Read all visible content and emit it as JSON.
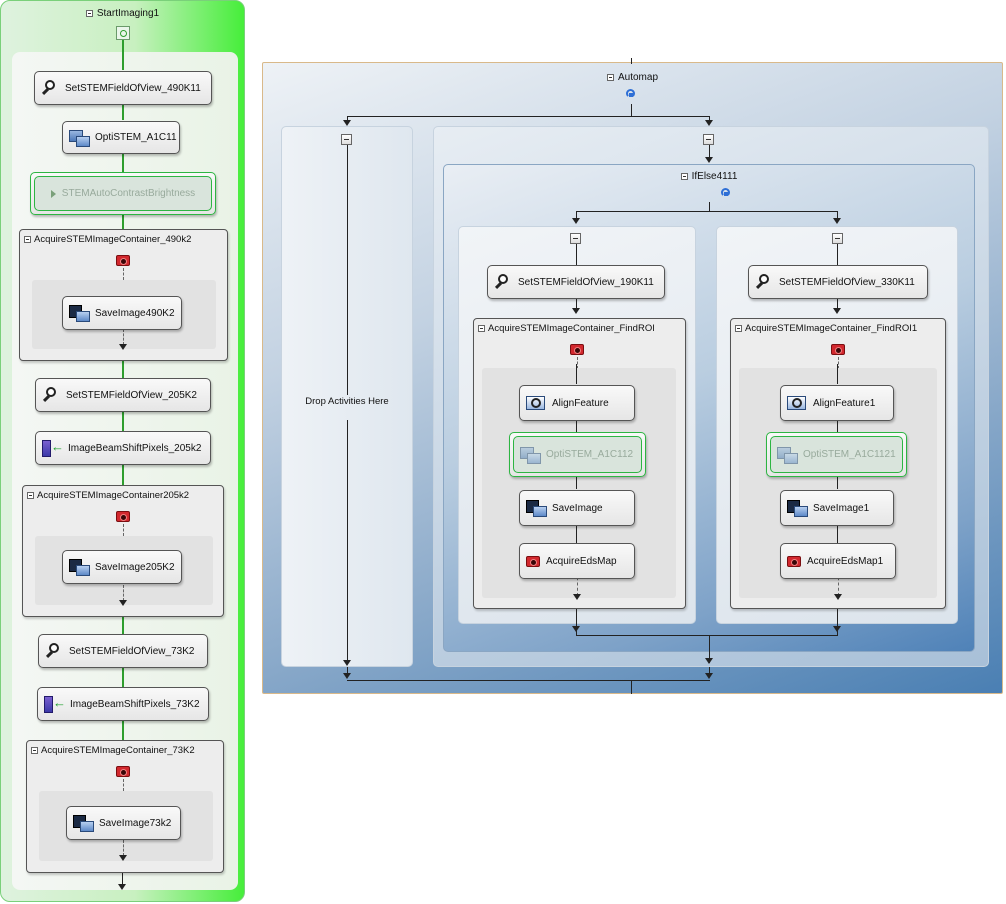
{
  "left_sequence": {
    "title": "StartImaging1",
    "activities": {
      "set_fov_490k11": "SetSTEMFieldOfView_490K11",
      "optistem_a1c11": "OptiSTEM_A1C11",
      "auto_contrast": "STEMAutoContrastBrightness",
      "acquire_490k2": "AcquireSTEMImageContainer_490k2",
      "save_490k2": "SaveImage490K2",
      "set_fov_205k2": "SetSTEMFieldOfView_205K2",
      "beamshift_205k2": "ImageBeamShiftPixels_205k2",
      "acquire_205k2": "AcquireSTEMImageContainer205k2",
      "save_205k2": "SaveImage205K2",
      "set_fov_73k2": "SetSTEMFieldOfView_73K2",
      "beamshift_73k2": "ImageBeamShiftPixels_73K2",
      "acquire_73k2": "AcquireSTEMImageContainer_73K2",
      "save_73k2": "SaveImage73k2"
    }
  },
  "automap": {
    "title": "Automap",
    "drop_placeholder": "Drop Activities Here",
    "ifelse_title": "IfElse4111",
    "left_branch": {
      "set_fov": "SetSTEMFieldOfView_190K11",
      "acquire": "AcquireSTEMImageContainer_FindROI",
      "align": "AlignFeature",
      "optistem": "OptiSTEM_A1C112",
      "save": "SaveImage",
      "eds": "AcquireEdsMap"
    },
    "right_branch": {
      "set_fov": "SetSTEMFieldOfView_330K11",
      "acquire": "AcquireSTEMImageContainer_FindROI1",
      "align": "AlignFeature1",
      "optistem": "OptiSTEM_A1C1121",
      "save": "SaveImage1",
      "eds": "AcquireEdsMap1"
    }
  },
  "colors": {
    "sequence_green": "#39e83a",
    "automap_blue": "#4a7fb3",
    "disabled_border": "#2db542"
  }
}
